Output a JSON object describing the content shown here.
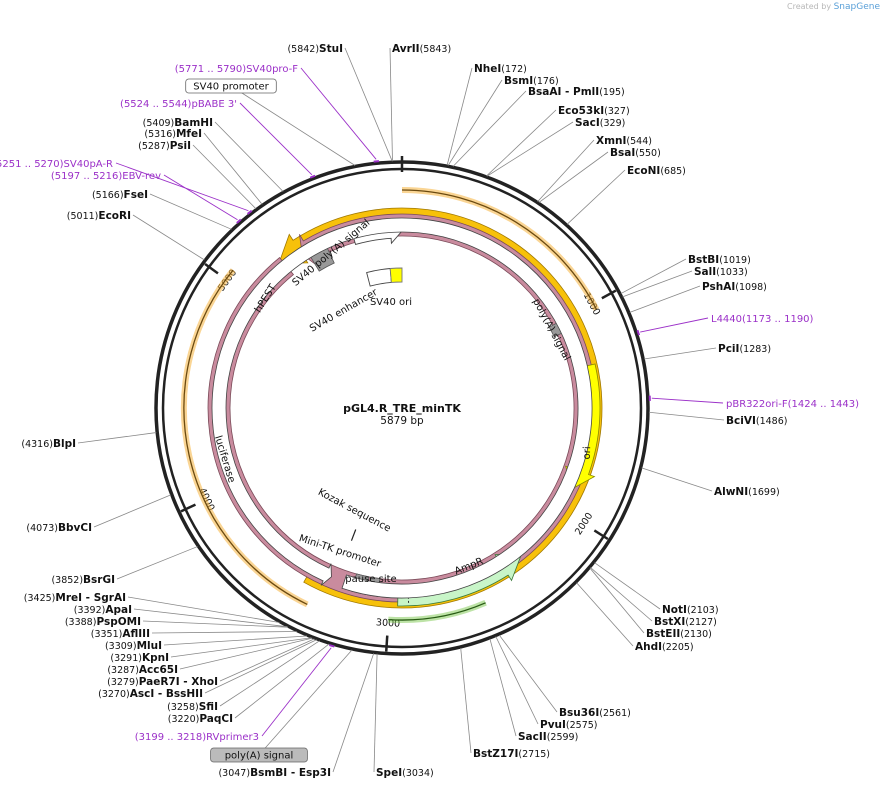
{
  "credit": {
    "text": "Created by",
    "brand": "SnapGene"
  },
  "plasmid": {
    "name": "pGL4.R_TRE_minTK",
    "length": "5879 bp"
  },
  "ticks": [
    "1000",
    "2000",
    "3000",
    "4000",
    "5000"
  ],
  "sites": [
    {
      "name": "StuI",
      "pos": "(5842)"
    },
    {
      "name": "AvrII",
      "pos": "(5843)"
    },
    {
      "name": "NheI",
      "pos": "(172)"
    },
    {
      "name": "BsmI",
      "pos": "(176)"
    },
    {
      "name": "BsaAI - PmlI",
      "pos": "(195)"
    },
    {
      "name": "Eco53kI",
      "pos": "(327)"
    },
    {
      "name": "SacI",
      "pos": "(329)"
    },
    {
      "name": "XmnI",
      "pos": "(544)"
    },
    {
      "name": "BsaI",
      "pos": "(550)"
    },
    {
      "name": "EcoNI",
      "pos": "(685)"
    },
    {
      "name": "BstBI",
      "pos": "(1019)"
    },
    {
      "name": "SalI",
      "pos": "(1033)"
    },
    {
      "name": "PshAI",
      "pos": "(1098)"
    },
    {
      "name": "PciI",
      "pos": "(1283)"
    },
    {
      "name": "BciVI",
      "pos": "(1486)"
    },
    {
      "name": "AlwNI",
      "pos": "(1699)"
    },
    {
      "name": "NotI",
      "pos": "(2103)"
    },
    {
      "name": "BstXI",
      "pos": "(2127)"
    },
    {
      "name": "BstEII",
      "pos": "(2130)"
    },
    {
      "name": "AhdI",
      "pos": "(2205)"
    },
    {
      "name": "Bsu36I",
      "pos": "(2561)"
    },
    {
      "name": "PvuI",
      "pos": "(2575)"
    },
    {
      "name": "SacII",
      "pos": "(2599)"
    },
    {
      "name": "BstZ17I",
      "pos": "(2715)"
    },
    {
      "name": "SpeI",
      "pos": "(3034)"
    },
    {
      "name": "BsmBI - Esp3I",
      "pos": "(3047)"
    },
    {
      "name": "PaqCI",
      "pos": "(3220)"
    },
    {
      "name": "SfiI",
      "pos": "(3258)"
    },
    {
      "name": "AscI - BssHII",
      "pos": "(3270)"
    },
    {
      "name": "PaeR7I - XhoI",
      "pos": "(3279)"
    },
    {
      "name": "Acc65I",
      "pos": "(3287)"
    },
    {
      "name": "KpnI",
      "pos": "(3291)"
    },
    {
      "name": "MluI",
      "pos": "(3309)"
    },
    {
      "name": "AflIII",
      "pos": "(3351)"
    },
    {
      "name": "PspOMI",
      "pos": "(3388)"
    },
    {
      "name": "ApaI",
      "pos": "(3392)"
    },
    {
      "name": "MreI - SgrAI",
      "pos": "(3425)"
    },
    {
      "name": "BsrGI",
      "pos": "(3852)"
    },
    {
      "name": "BbvCI",
      "pos": "(4073)"
    },
    {
      "name": "BlpI",
      "pos": "(4316)"
    },
    {
      "name": "EcoRI",
      "pos": "(5011)"
    },
    {
      "name": "FseI",
      "pos": "(5166)"
    },
    {
      "name": "PsiI",
      "pos": "(5287)"
    },
    {
      "name": "MfeI",
      "pos": "(5316)"
    },
    {
      "name": "BamHI",
      "pos": "(5409)"
    }
  ],
  "primers": [
    {
      "name": "SV40pro-F",
      "range": "(5771 .. 5790)"
    },
    {
      "name": "pBABE 3'",
      "range": "(5524 .. 5544)"
    },
    {
      "name": "SV40pA-R",
      "range": "(5251 .. 5270)"
    },
    {
      "name": "EBV-rev",
      "range": "(5197 .. 5216)"
    },
    {
      "name": "L4440",
      "range": "(1173 .. 1190)"
    },
    {
      "name": "pBR322ori-F",
      "range": "(1424 .. 1443)"
    },
    {
      "name": "RVprimer3",
      "range": "(3199 .. 3218)"
    }
  ],
  "outside_features": [
    "SV40 promoter",
    "poly(A) signal"
  ],
  "features": [
    "luciferase",
    "hPEST",
    "SV40 poly(A) signal",
    "SV40 enhancer",
    "SV40 ori",
    "poly(A) signal",
    "ori",
    "AmpR",
    "Kozak sequence",
    "Mini-TK promoter",
    "pause site"
  ],
  "colors": {
    "luciferase": "#f7c10a",
    "luciferase_orf": "#f5b23c",
    "ampr": "#c8f5c8",
    "ampr_orf": "#7bc74d",
    "ori": "#ffff00",
    "hpest": "#c98b9e",
    "polyA": "#999999",
    "primer": "#9b30c8",
    "backbone": "#222222"
  }
}
